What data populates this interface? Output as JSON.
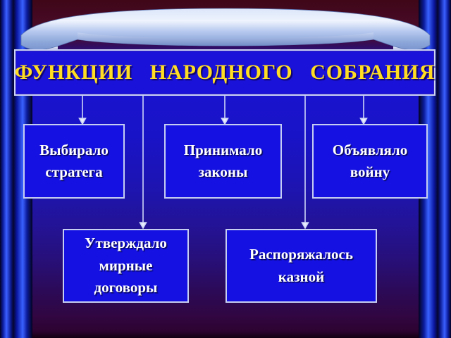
{
  "slide": {
    "title": "ФУНКЦИИ НАРОДНОГО СОБРАНИЯ",
    "boxes": [
      {
        "label": "Выбирало стратега"
      },
      {
        "label": "Принимало законы"
      },
      {
        "label": "Объявляло войну"
      },
      {
        "label": "Утверждало мирные договоры"
      },
      {
        "label": "Распоряжалось казной"
      }
    ],
    "colors": {
      "title_text": "#ffdd22",
      "box_fill": "#1411e2",
      "box_border": "#c6cef2",
      "box_text": "#ffffff",
      "connector": "#cdd5f6",
      "ribbon": "#b9cbef",
      "background_top": "#470a26",
      "background_center": "#1a13d0",
      "background_bottom": "#2c0330"
    }
  }
}
